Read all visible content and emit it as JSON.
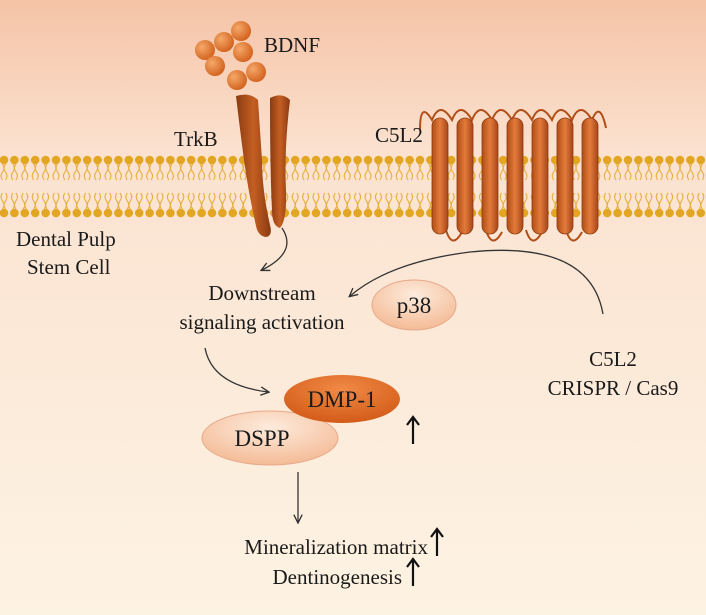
{
  "labels": {
    "ligand": "BDNF",
    "receptor": "TrkB",
    "gpcr": "C5L2",
    "cell_line1": "Dental Pulp",
    "cell_line2": "Stem Cell",
    "downstream_line1": "Downstream",
    "downstream_line2": "signaling activation",
    "kinase": "p38",
    "knockout_line1": "C5L2",
    "knockout_line2": "CRISPR / Cas9",
    "marker1": "DMP-1",
    "marker2": "DSPP",
    "outcome1": "Mineralization matrix",
    "outcome2": "Dentinogenesis"
  },
  "colors": {
    "extracellular_top": "#f7ccb2",
    "cytoplasm": "#fdf3e3",
    "lipid_head": "#e6a825",
    "receptor": "#b3521a",
    "protein_dark": "#e36a1c",
    "protein_light": "#f7c9a8",
    "arrow": "#333333"
  }
}
